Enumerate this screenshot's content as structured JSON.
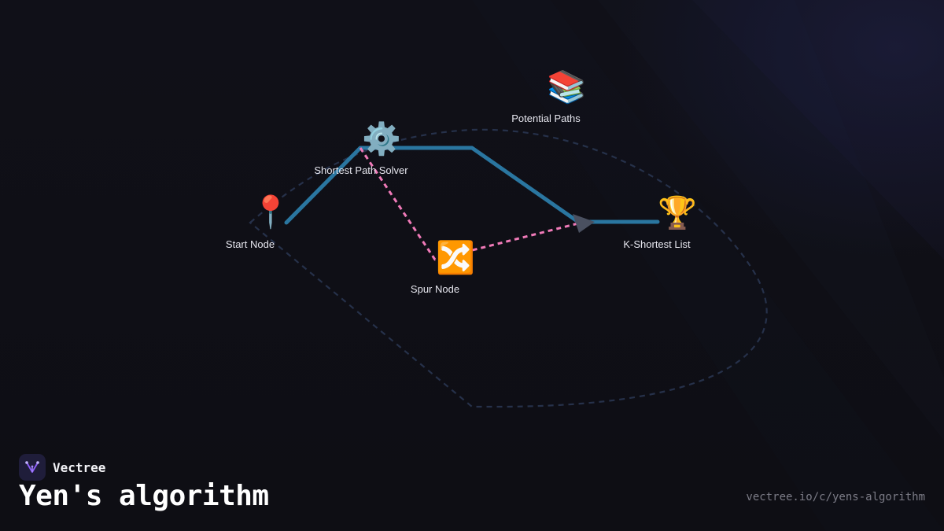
{
  "brand": {
    "name": "Vectree",
    "logo_icon": "vectree-logo-icon"
  },
  "title": "Yen's algorithm",
  "url": "vectree.io/c/yens-algorithm",
  "colors": {
    "background": "#0e0e14",
    "path_solid": "#2a76a0",
    "path_dashed": "#f07ab8",
    "hull_dashed": "#26314a",
    "arrow": "#4a5060"
  },
  "nodes": [
    {
      "id": "start",
      "label": "Start Node",
      "icon": "📍",
      "icon_name": "pin-icon"
    },
    {
      "id": "solver",
      "label": "Shortest Path Solver",
      "icon": "⚙️",
      "icon_name": "gear-icon"
    },
    {
      "id": "potential",
      "label": "Potential Paths",
      "icon": "📚",
      "icon_name": "books-icon"
    },
    {
      "id": "spur",
      "label": "Spur Node",
      "icon": "🔀",
      "icon_name": "shuffle-icon"
    },
    {
      "id": "kshortest",
      "label": "K-Shortest List",
      "icon": "🏆",
      "icon_name": "trophy-icon"
    }
  ]
}
